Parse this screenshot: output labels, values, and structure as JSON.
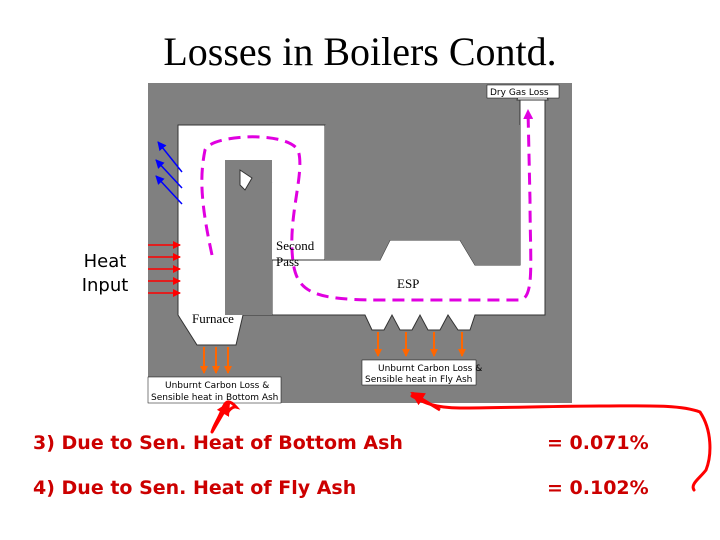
{
  "slide": {
    "title": "Losses in Boilers Contd."
  },
  "diagram": {
    "heat_input_line1": "Heat",
    "heat_input_line2": "Input",
    "second_pass_line1": "Second",
    "second_pass_line2": "Pass",
    "esp_label": "ESP",
    "furnace_label": "Furnace",
    "dry_gas_loss_label": "Dry Gas Loss",
    "bottom_ash_box_line1": "Unburnt Carbon Loss &",
    "bottom_ash_box_line2": "Sensible heat in Bottom Ash",
    "fly_ash_box_line1": "Unburnt Carbon Loss &",
    "fly_ash_box_line2": "Sensible heat in Fly Ash",
    "colors": {
      "background": "#808080",
      "duct": "#ffffff",
      "gas_path": "#e000e0",
      "ash_arrow": "#ff6600",
      "heat_arrow": "#ff0000",
      "loss_arrow": "#0000ff",
      "annotation": "#ff0000"
    }
  },
  "losses": [
    {
      "label": "3) Due to Sen. Heat of Bottom Ash",
      "value": "=  0.071%"
    },
    {
      "label": "4) Due to Sen. Heat of Fly Ash",
      "value": "=  0.102%"
    }
  ]
}
